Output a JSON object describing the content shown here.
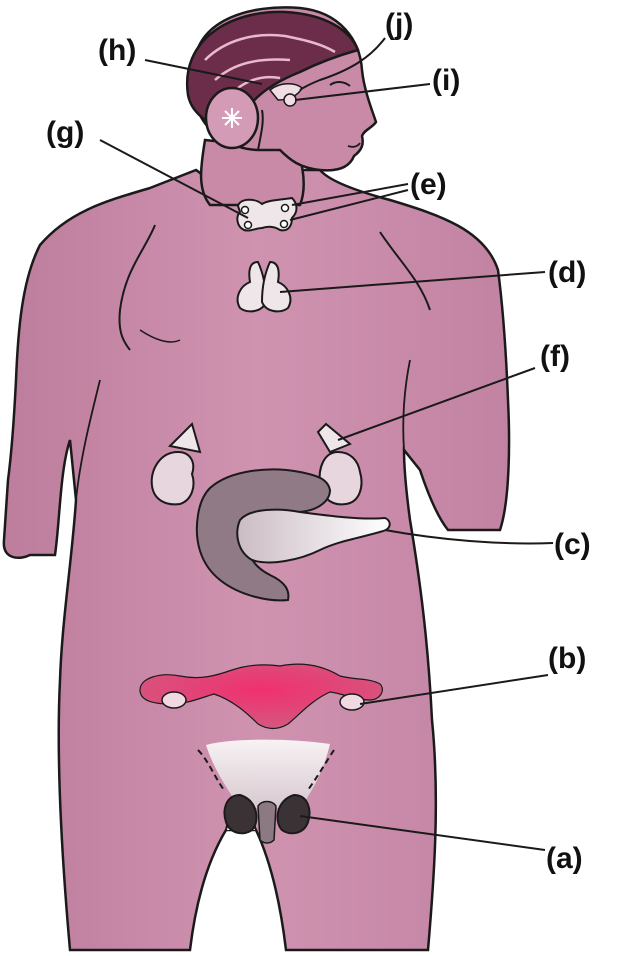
{
  "labels": {
    "a": "(a)",
    "b": "(b)",
    "c": "(c)",
    "d": "(d)",
    "e": "(e)",
    "f": "(f)",
    "g": "(g)",
    "h": "(h)",
    "i": "(i)",
    "j": "(j)"
  },
  "colors": {
    "body": "#c98aa8",
    "body_shade": "#b67896",
    "outline": "#1a1a1a",
    "hair": "#6b2d4a",
    "organ_light": "#efe6ea",
    "uterus": "#e0407a",
    "pancreas_shadow": "#8f7a86",
    "testes": "#3b3236"
  }
}
